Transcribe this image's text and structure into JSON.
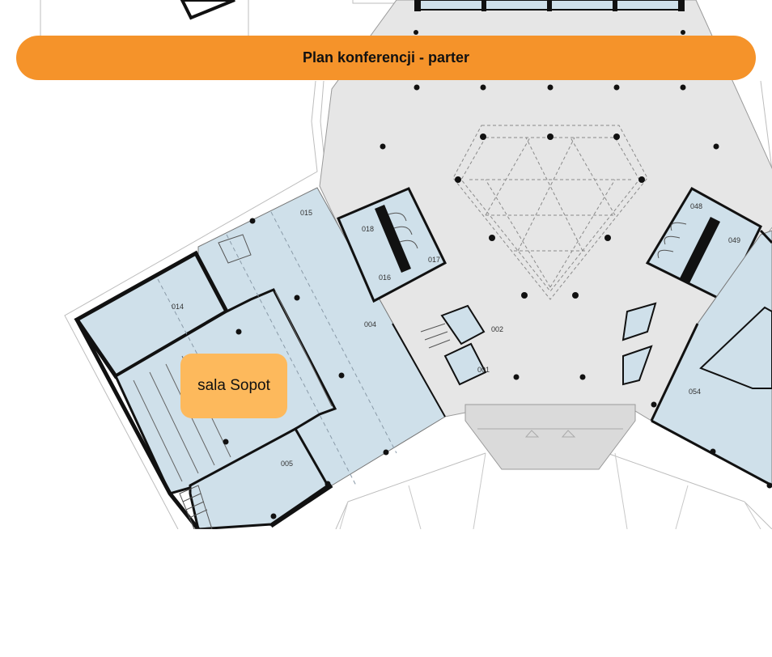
{
  "header": {
    "title": "Plan konferencji - parter"
  },
  "highlight": {
    "label": "sala Sopot"
  },
  "rooms": [
    "015",
    "018",
    "017",
    "016",
    "014",
    "004",
    "002",
    "001",
    "005",
    "048",
    "049",
    "054"
  ],
  "colors": {
    "header_bg": "#f5932a",
    "highlight_bg": "#fdb95c",
    "room_fill": "#cfe0ea",
    "hall_fill": "#e6e6e6",
    "wall": "#111111"
  }
}
